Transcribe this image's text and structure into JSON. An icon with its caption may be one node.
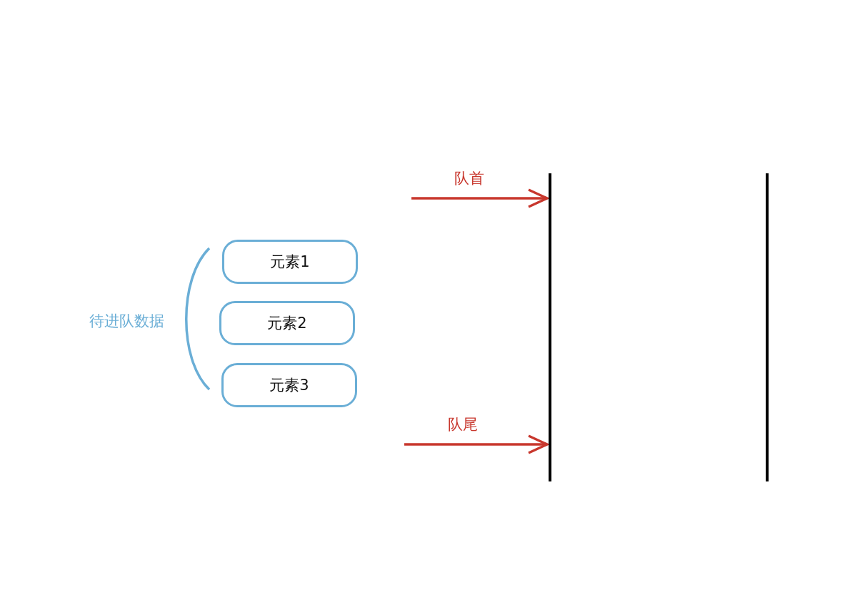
{
  "diagram": {
    "nodes": [
      {
        "text": [
          "元素1"
        ]
      },
      {
        "text": [
          "元素2"
        ]
      },
      {
        "text": [
          "元素3"
        ]
      },
      {
        "text": [],
        "shape": "box"
      }
    ],
    "edges": [
      {
        "from": null,
        "to": 3,
        "arrow": "to",
        "label": "队首"
      },
      {
        "from": null,
        "to": 3,
        "arrow": "to",
        "label": "队尾"
      }
    ],
    "labels": [
      "待进队数据"
    ]
  }
}
